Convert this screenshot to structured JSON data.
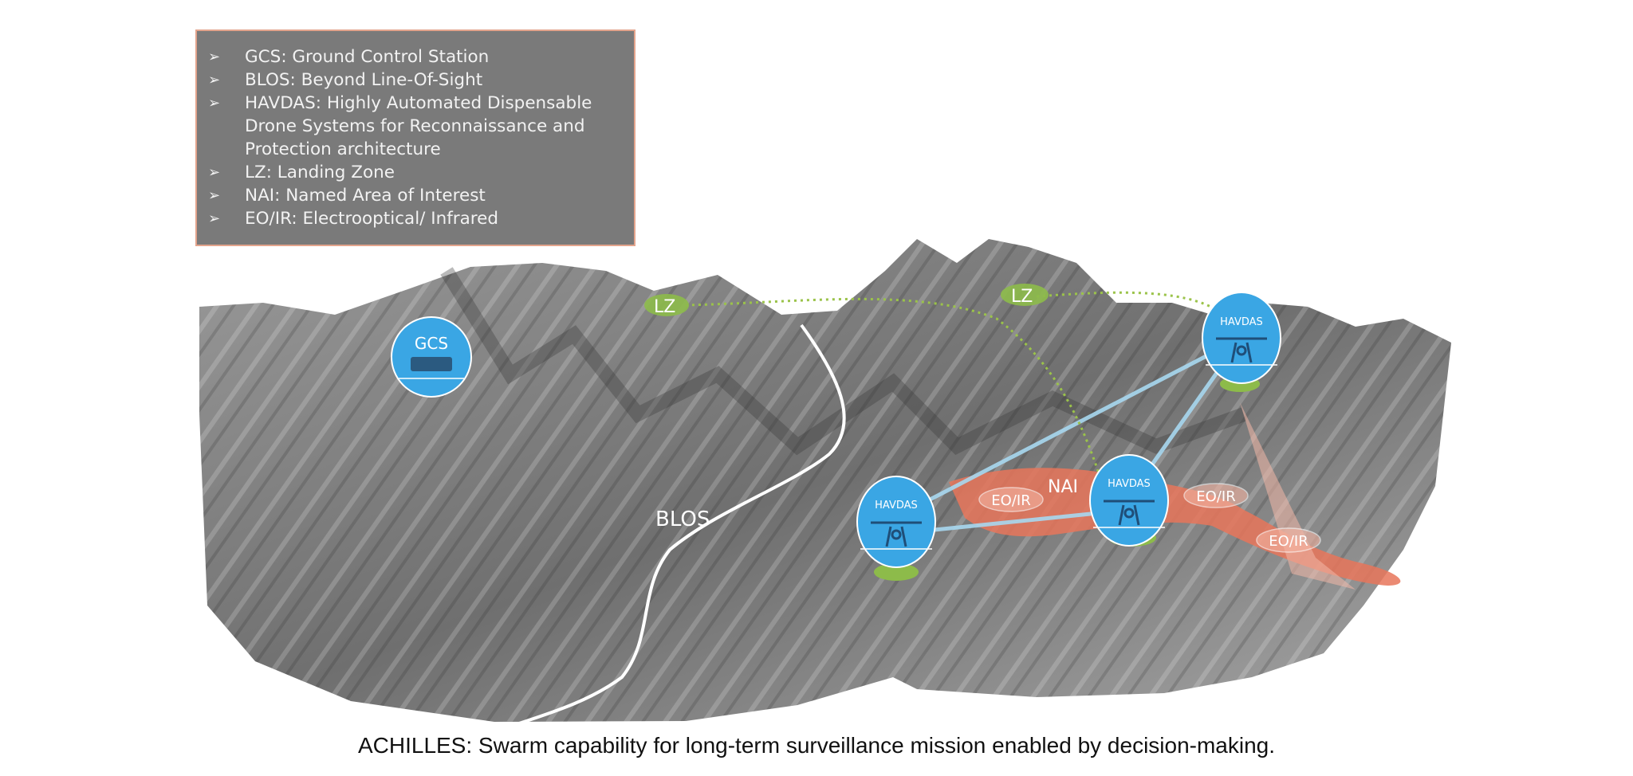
{
  "legend": {
    "items": [
      {
        "text": "GCS: Ground Control Station"
      },
      {
        "text": "BLOS: Beyond Line-Of-Sight"
      },
      {
        "text": "HAVDAS: Highly Automated Dispensable Drone Systems for Reconnaissance and Protection architecture"
      },
      {
        "text": "LZ: Landing Zone"
      },
      {
        "text": "NAI: Named Area of Interest"
      },
      {
        "text": "EO/IR: Electrooptical/ Infrared"
      }
    ],
    "bullet": "➢"
  },
  "map": {
    "gcs_label": "GCS",
    "lz_labels": [
      "LZ",
      "LZ"
    ],
    "blos_label": "BLOS",
    "nai_label": "NAI",
    "havdas_labels": [
      "HAVDAS",
      "HAVDAS",
      "HAVDAS"
    ],
    "eoir_labels": [
      "EO/IR",
      "EO/IR",
      "EO/IR"
    ]
  },
  "colors": {
    "node_blue": "#3aa6e4",
    "link_blue": "#a8d8f0",
    "nai_orange": "#e8765a",
    "lz_green": "#8dbb4a",
    "legend_bg": "#7a7a7a",
    "legend_border": "#e3a48c"
  },
  "caption": "ACHILLES: Swarm capability for long-term surveillance mission enabled by decision-making."
}
